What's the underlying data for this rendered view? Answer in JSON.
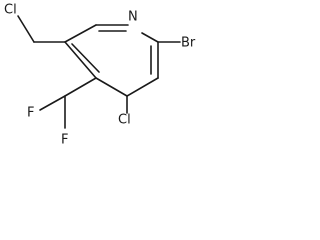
{
  "molecule": {
    "atoms": {
      "cl_chloromethyl": "Cl",
      "n_ring": "N",
      "br": "Br",
      "cl_ring": "Cl",
      "f_left": "F",
      "f_right": "F"
    }
  }
}
